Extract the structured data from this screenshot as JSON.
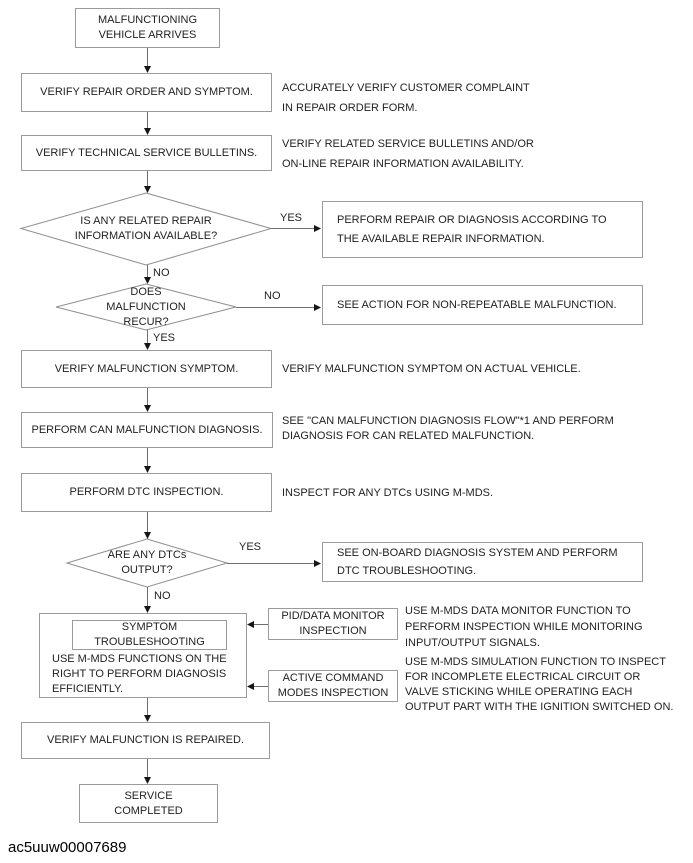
{
  "nodes": {
    "start": "MALFUNCTIONING\nVEHICLE ARRIVES",
    "verify_repair_order": "VERIFY REPAIR ORDER AND SYMPTOM.",
    "verify_tsb": "VERIFY TECHNICAL SERVICE BULLETINS.",
    "decision_repair_info": "IS ANY RELATED REPAIR\nINFORMATION AVAILABLE?",
    "perform_repair": "PERFORM REPAIR OR DIAGNOSIS ACCORDING TO\nTHE AVAILABLE REPAIR INFORMATION.",
    "decision_recur": "DOES\nMALFUNCTION\nRECUR?",
    "non_repeatable": "SEE ACTION FOR NON-REPEATABLE MALFUNCTION.",
    "verify_symptom": "VERIFY MALFUNCTION SYMPTOM.",
    "can_diagnosis": "PERFORM CAN MALFUNCTION DIAGNOSIS.",
    "dtc_inspection": "PERFORM DTC INSPECTION.",
    "decision_dtcs": "ARE ANY DTCs\nOUTPUT?",
    "onboard_diagnosis": "SEE ON-BOARD DIAGNOSIS SYSTEM AND PERFORM\nDTC TROUBLESHOOTING.",
    "symptom_troubleshooting_title": "SYMPTOM\nTROUBLESHOOTING",
    "symptom_troubleshooting_body": "USE M-MDS FUNCTIONS ON THE\nRIGHT TO PERFORM DIAGNOSIS\nEFFICIENTLY.",
    "pid_monitor": "PID/DATA MONITOR\nINSPECTION",
    "active_command": "ACTIVE COMMAND\nMODES INSPECTION",
    "verify_repaired": "VERIFY MALFUNCTION IS REPAIRED.",
    "service_completed": "SERVICE\nCOMPLETED"
  },
  "notes": {
    "repair_order": "ACCURATELY VERIFY CUSTOMER COMPLAINT\nIN REPAIR ORDER FORM.",
    "tsb": "VERIFY RELATED SERVICE BULLETINS AND/OR\nON-LINE REPAIR INFORMATION AVAILABILITY.",
    "symptom": "VERIFY MALFUNCTION SYMPTOM ON ACTUAL VEHICLE.",
    "can": "SEE \"CAN MALFUNCTION DIAGNOSIS FLOW\"*1 AND PERFORM\nDIAGNOSIS FOR CAN RELATED MALFUNCTION.",
    "dtc": "INSPECT FOR ANY DTCs USING M-MDS.",
    "pid": "USE M-MDS DATA MONITOR FUNCTION TO\nPERFORM INSPECTION WHILE MONITORING\nINPUT/OUTPUT SIGNALS.",
    "active": "USE M-MDS SIMULATION FUNCTION TO INSPECT\nFOR INCOMPLETE ELECTRICAL CIRCUIT OR\nVALVE STICKING WHILE OPERATING EACH\nOUTPUT PART WITH THE IGNITION SWITCHED ON."
  },
  "labels": {
    "repair_info_yes": "YES",
    "repair_info_no": "NO",
    "recur_no": "NO",
    "recur_yes": "YES",
    "dtcs_yes": "YES",
    "dtcs_no": "NO"
  },
  "caption": "ac5uuw00007689",
  "colors": {
    "box_border": "#9b9b9b",
    "line": "#6f6f6f",
    "arrowhead": "#161616",
    "text": "#1f1f1f",
    "background": "#ffffff"
  }
}
